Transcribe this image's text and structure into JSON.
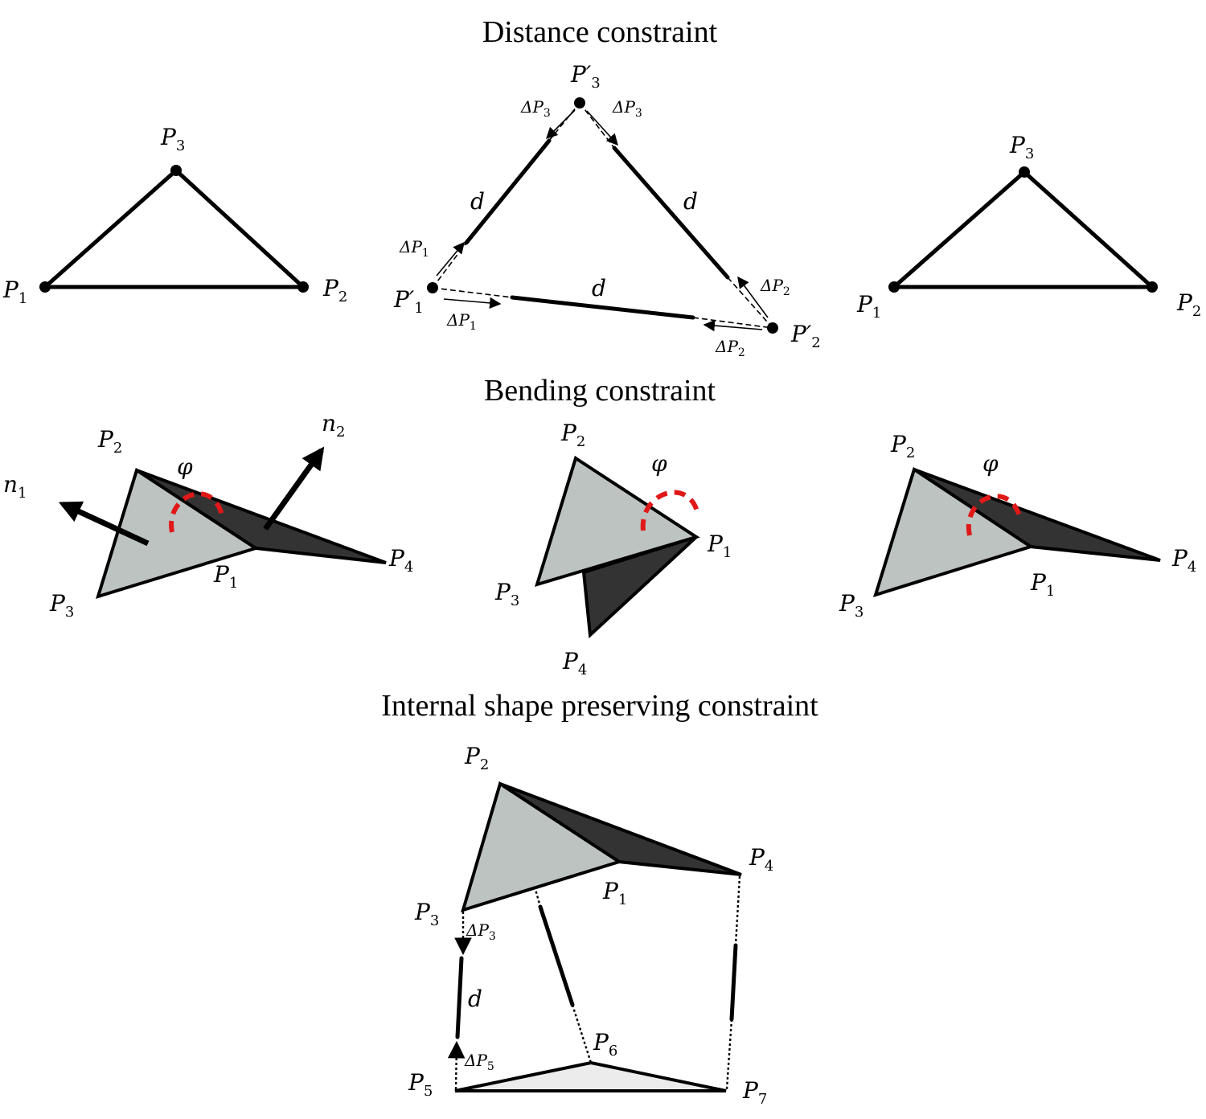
{
  "titles": {
    "distance": "Distance constraint",
    "bending": "Bending constraint",
    "internal": "Internal shape preserving constraint"
  },
  "labels": {
    "P": "P",
    "P_prime": "P′",
    "delta_P": "ΔP",
    "d": "d",
    "phi": "φ",
    "n": "n",
    "sub1": "1",
    "sub2": "2",
    "sub3": "3",
    "sub4": "4",
    "sub5": "5",
    "sub6": "6",
    "sub7": "7"
  },
  "colors": {
    "light_face": "#bcc3c0",
    "dark_face": "#333333",
    "angle_arc": "#e01818"
  }
}
